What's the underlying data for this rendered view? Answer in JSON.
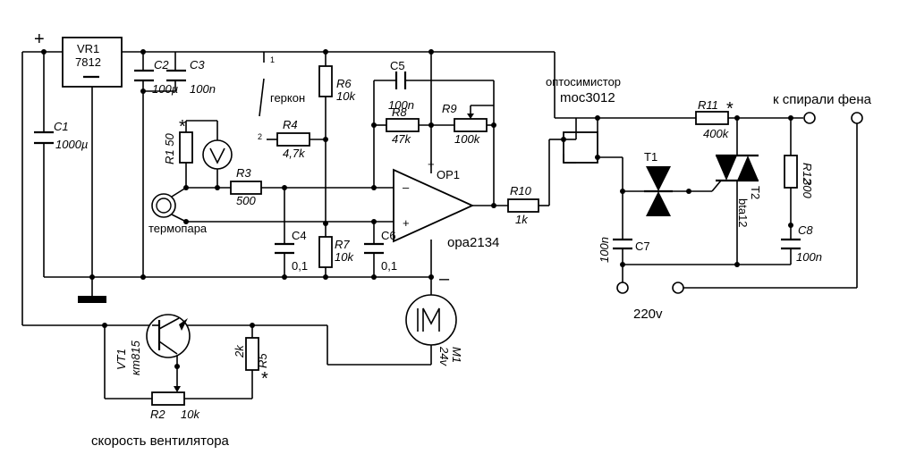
{
  "labels": {
    "plus": "+",
    "minus": "–",
    "vr1": "VR1",
    "vr1_part": "7812",
    "c1": "C1",
    "c1_val": "1000µ",
    "c2": "C2",
    "c2_val": "100µ",
    "c3": "C3",
    "c3_val": "100n",
    "pin1": "1",
    "pin2": "2",
    "reed": "геркон",
    "r4": "R4",
    "r4_val": "4,7k",
    "r6": "R6",
    "r6_val": "10k",
    "r1": "R1 50",
    "star": "*",
    "r3": "R3",
    "r3_val": "500",
    "thermocouple": "термопара",
    "c4": "C4",
    "c4_val": "0,1",
    "r7": "R7",
    "r7_val": "10k",
    "c6": "C6",
    "c6_val": "0,1",
    "c5": "C5",
    "c5_val": "100n",
    "r8": "R8",
    "r8_val": "47k",
    "r9": "R9",
    "r9_val": "100k",
    "op_plus": "+",
    "op1": "OP1",
    "in_minus": "–",
    "in_plus": "+",
    "op_part": "opa2134",
    "r10": "R10",
    "r10_val": "1k",
    "opto1": "оптосимистор",
    "opto2": "moc3012",
    "r11": "R11",
    "r11_val": "400k",
    "heater": "к спирали фена",
    "t1": "T1",
    "t2": "T2",
    "t2_part": "bta12",
    "r12": "R12",
    "r12_val": "300",
    "c7": "C7",
    "c7_val": "100n",
    "c8": "C8",
    "c8_val": "100n",
    "mains": "220v",
    "vt1": "VT1",
    "vt1_part": "кт815",
    "r5": "R5",
    "r5_val": "2k",
    "r2": "R2",
    "r2_val": "10k",
    "m1": "M1",
    "m1_val": "24v",
    "fan_speed": "скорость вентилятора"
  }
}
